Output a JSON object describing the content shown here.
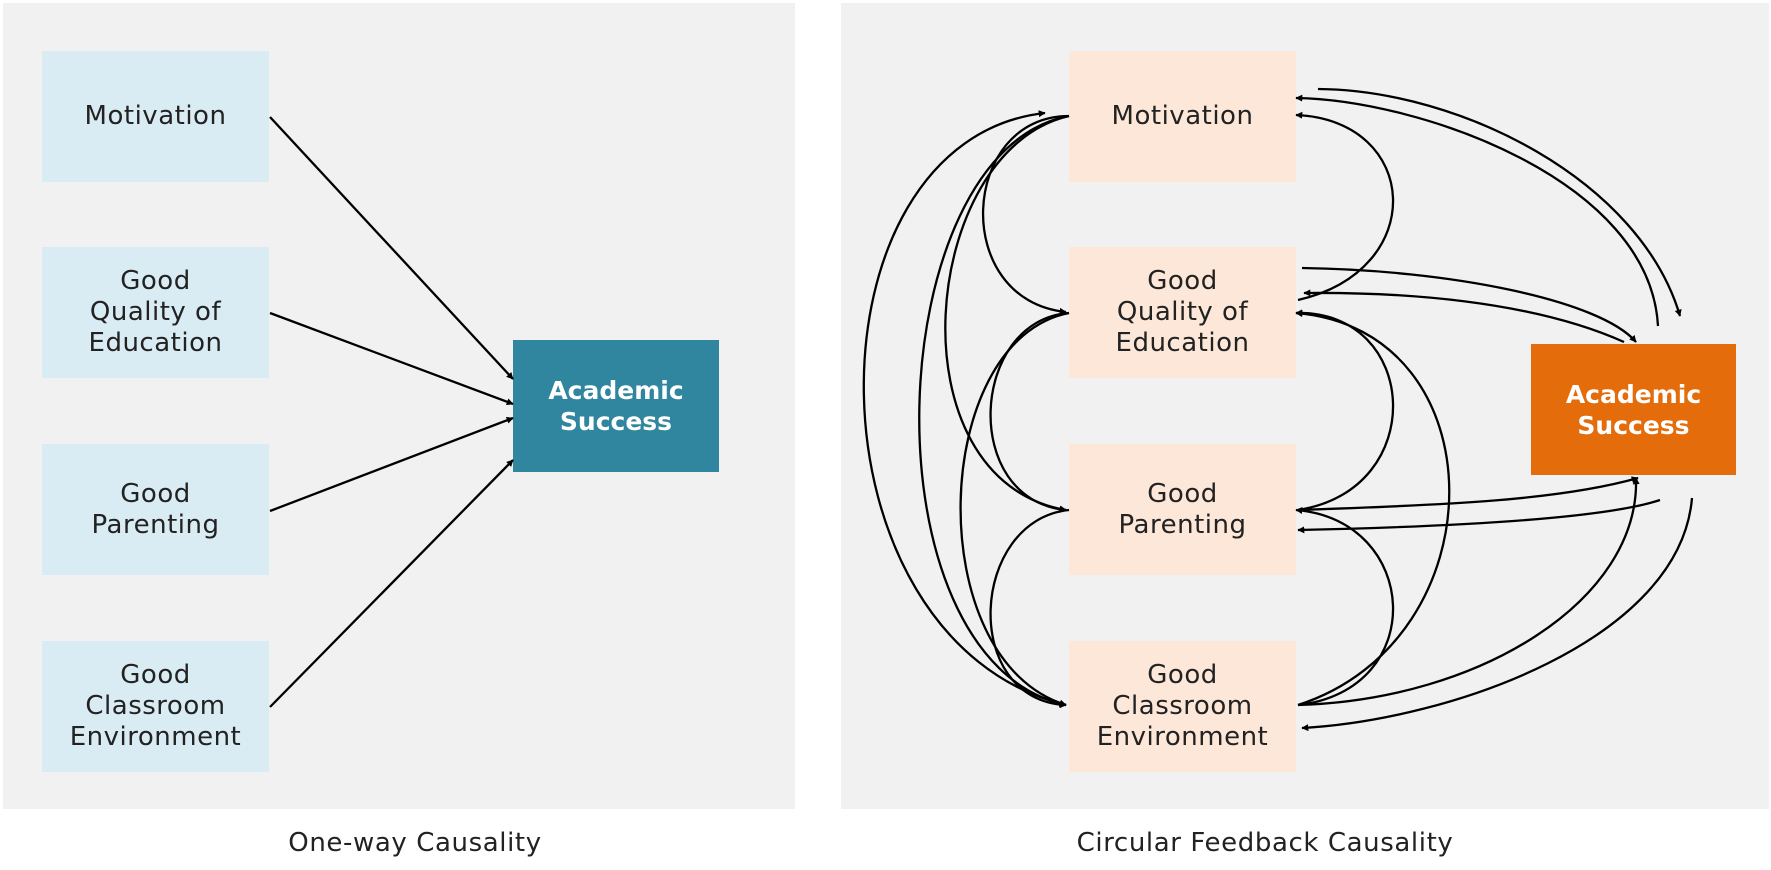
{
  "one_way": {
    "factors": [
      "Motivation",
      "Good\nQuality of\nEducation",
      "Good\nParenting",
      "Good\nClassroom\nEnvironment"
    ],
    "outcome": "Academic\nSuccess",
    "caption": "One-way Causality",
    "box_color": "#daecf3",
    "outcome_color": "#31869f"
  },
  "feedback": {
    "factors": [
      "Motivation",
      "Good\nQuality of\nEducation",
      "Good\nParenting",
      "Good\nClassroom\nEnvironment"
    ],
    "outcome": "Academic\nSuccess",
    "caption": "Circular Feedback Causality",
    "box_color": "#fce7d8",
    "outcome_color": "#e46c0a"
  }
}
